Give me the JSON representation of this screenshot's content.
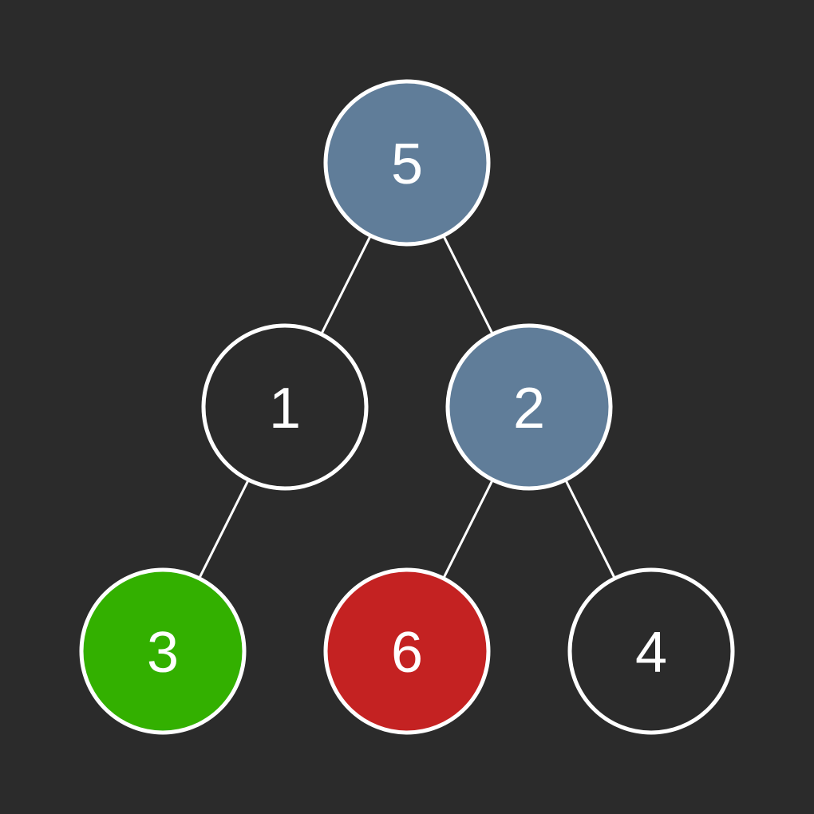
{
  "diagram": {
    "background": "#2b2b2b",
    "outline_color": "#ffffff",
    "nodes": [
      {
        "id": "n5",
        "label": "5",
        "fill": "#607d99"
      },
      {
        "id": "n1",
        "label": "1",
        "fill": "#2b2b2b"
      },
      {
        "id": "n2",
        "label": "2",
        "fill": "#607d99"
      },
      {
        "id": "n3",
        "label": "3",
        "fill": "#33b000"
      },
      {
        "id": "n6",
        "label": "6",
        "fill": "#c42222"
      },
      {
        "id": "n4",
        "label": "4",
        "fill": "#2b2b2b"
      }
    ],
    "edges": [
      {
        "from": "n5",
        "to": "n1"
      },
      {
        "from": "n5",
        "to": "n2"
      },
      {
        "from": "n1",
        "to": "n3"
      },
      {
        "from": "n2",
        "to": "n6"
      },
      {
        "from": "n2",
        "to": "n4"
      }
    ]
  }
}
